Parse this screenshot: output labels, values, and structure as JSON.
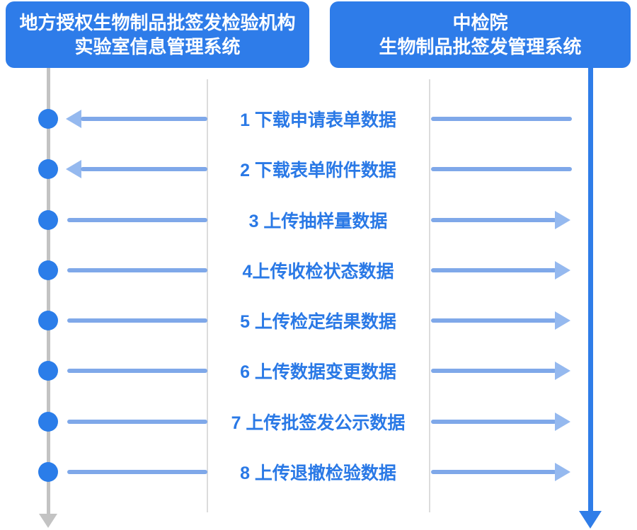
{
  "diagram": {
    "type": "sequence-dataflow",
    "left_system": {
      "line1": "地方授权生物制品批签发检验机构",
      "line2": "实验室信息管理系统"
    },
    "right_system": {
      "line1": "中检院",
      "line2": "生物制品批签发管理系统"
    },
    "messages": [
      {
        "id": 1,
        "label": "1 下载申请表单数据",
        "direction": "right-to-left"
      },
      {
        "id": 2,
        "label": "2 下载表单附件数据",
        "direction": "right-to-left"
      },
      {
        "id": 3,
        "label": "3 上传抽样量数据",
        "direction": "left-to-right"
      },
      {
        "id": 4,
        "label": "4上传收检状态数据",
        "direction": "left-to-right"
      },
      {
        "id": 5,
        "label": "5 上传检定结果数据",
        "direction": "left-to-right"
      },
      {
        "id": 6,
        "label": "6 上传数据变更数据",
        "direction": "left-to-right"
      },
      {
        "id": 7,
        "label": "7 上传批签发公示数据",
        "direction": "left-to-right"
      },
      {
        "id": 8,
        "label": "8 上传退撤检验数据",
        "direction": "left-to-right"
      }
    ],
    "colors": {
      "header_blue": "#2e7ce9",
      "dot_blue": "#2b7de9",
      "lifeline_blue": "#2f7de8",
      "label_blue": "#2a79e6",
      "arrow_light_blue": "#7fa8e9",
      "arrowhead_light_blue": "#95b9ef",
      "lifeline_gray": "#c3c3c3",
      "guide_gray": "#dcdcdc"
    }
  }
}
